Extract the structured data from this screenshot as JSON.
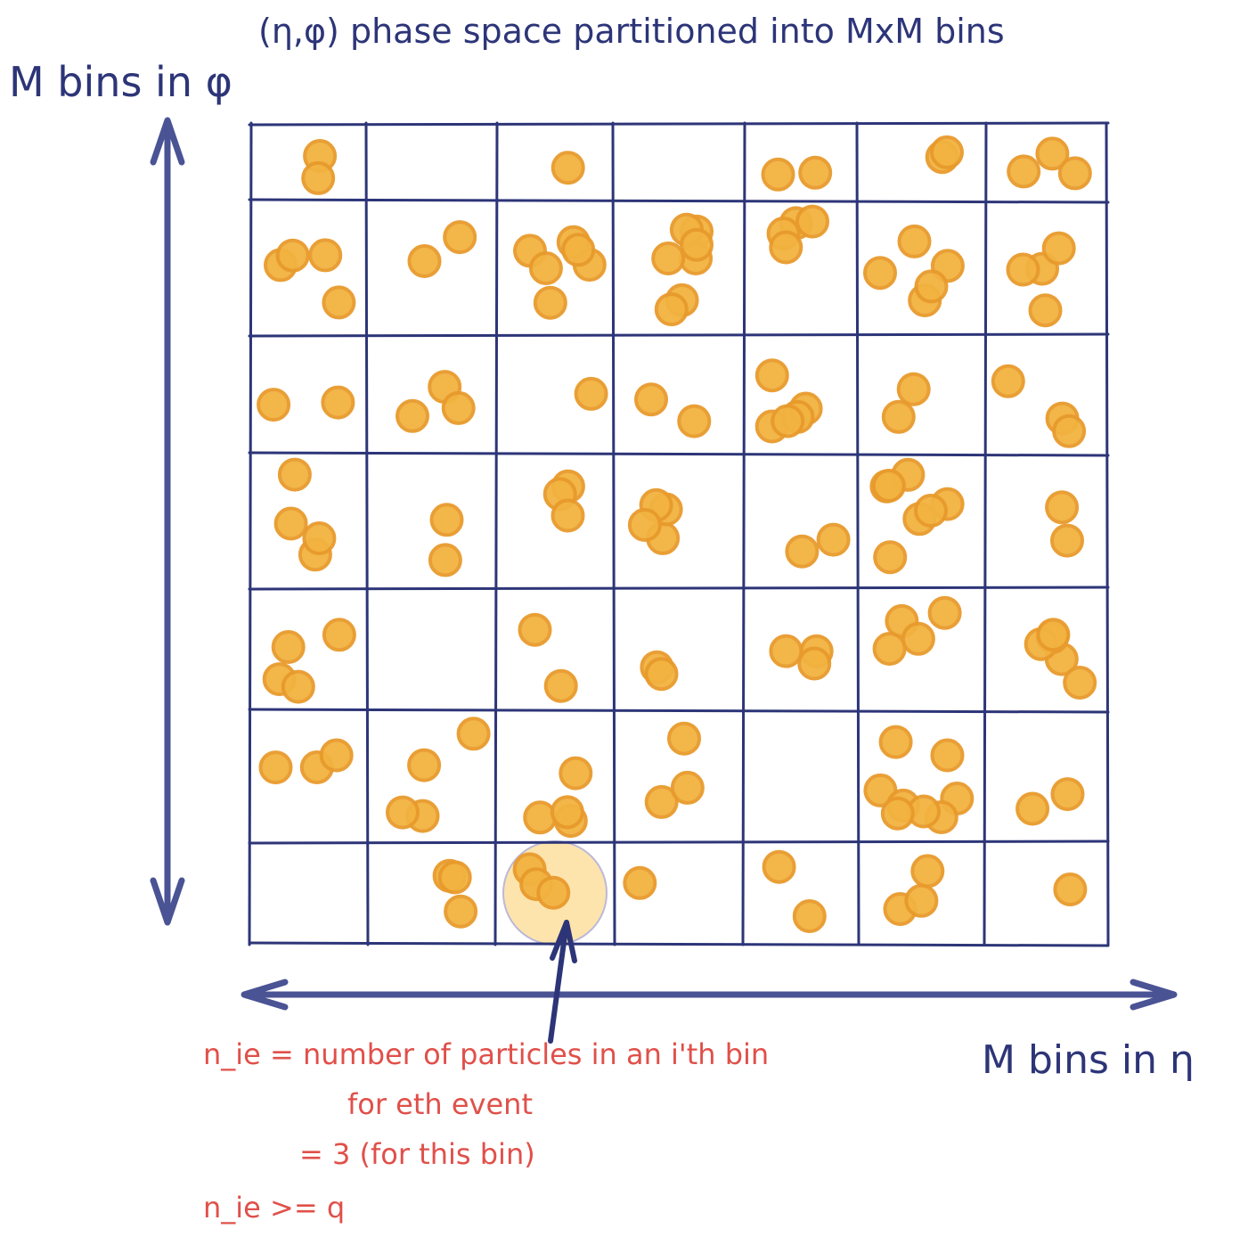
{
  "title": "(η,φ) phase space partitioned into MxM bins",
  "axis_labels": {
    "vertical": "M bins in φ",
    "horizontal": "M bins in η"
  },
  "annotation": {
    "line1": "n_ie = number of particles in an i'th bin",
    "line2": "for eth event",
    "line3": "= 3 (for this bin)",
    "line4": "n_ie >= q"
  },
  "colors": {
    "ink": "#2d3578",
    "arrow": "#4a5394",
    "particle_fill": "#f2b340",
    "particle_stroke": "#e89a2c",
    "highlight": "#fde3a8",
    "annotation": "#e0504a"
  },
  "grid": {
    "rows": 7,
    "cols": 7,
    "particle_counts": [
      [
        2,
        0,
        1,
        0,
        2,
        2,
        3
      ],
      [
        4,
        2,
        6,
        7,
        4,
        5,
        4
      ],
      [
        2,
        3,
        1,
        2,
        5,
        2,
        3
      ],
      [
        4,
        2,
        3,
        4,
        2,
        7,
        2
      ],
      [
        4,
        0,
        2,
        2,
        3,
        4,
        5
      ],
      [
        3,
        4,
        4,
        3,
        0,
        8,
        2
      ],
      [
        0,
        3,
        3,
        1,
        2,
        3,
        1
      ]
    ],
    "highlighted_cell": {
      "row": 6,
      "col": 2,
      "count": 3
    }
  }
}
